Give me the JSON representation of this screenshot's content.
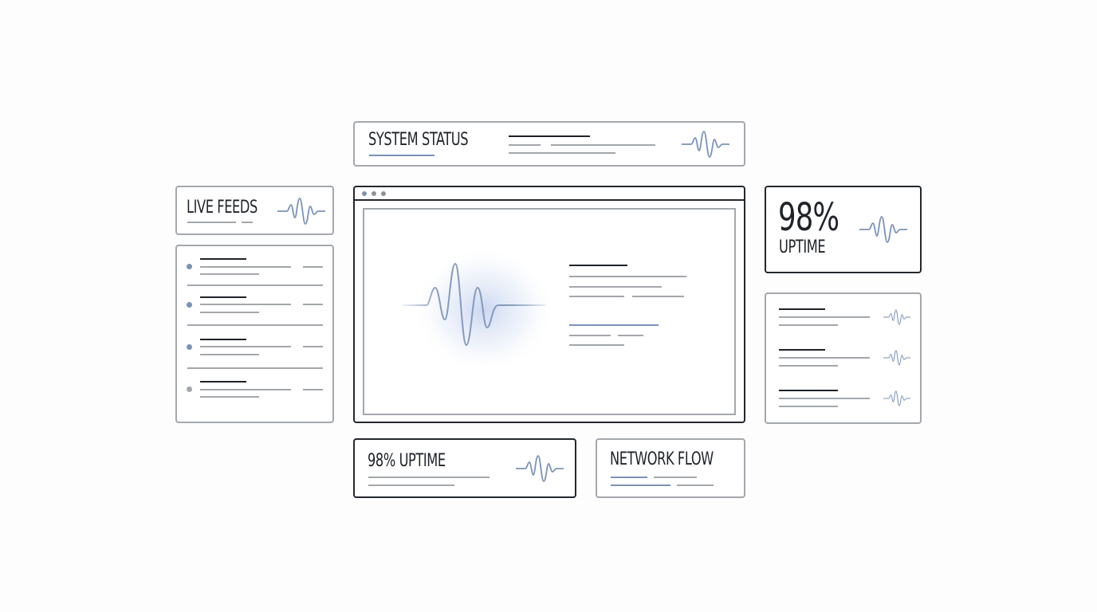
{
  "colors": {
    "accent_blue": "#7b92b8",
    "dark_line": "#1f2329",
    "gray_line": "#a3a7ab",
    "border_light": "#a4a8ad",
    "border_dark": "#24282d"
  },
  "system_status": {
    "title": "SYSTEM STATUS",
    "icon": "waveform-icon"
  },
  "live_feeds": {
    "title": "LIVE FEEDS",
    "icon": "waveform-icon",
    "items": [
      {
        "status": "active"
      },
      {
        "status": "active"
      },
      {
        "status": "active"
      },
      {
        "status": "inactive"
      }
    ]
  },
  "main_window": {
    "window_controls": [
      "dot",
      "dot",
      "dot"
    ],
    "hero_icon": "waveform-icon"
  },
  "uptime_card": {
    "value": "98%",
    "label": "UPTIME",
    "icon": "waveform-icon"
  },
  "signal_list": {
    "items": [
      {
        "icon": "waveform-icon"
      },
      {
        "icon": "waveform-icon"
      },
      {
        "icon": "waveform-icon"
      }
    ]
  },
  "uptime_bar": {
    "title": "98% UPTIME",
    "icon": "waveform-icon"
  },
  "network_flow": {
    "title": "NETWORK FLOW"
  }
}
